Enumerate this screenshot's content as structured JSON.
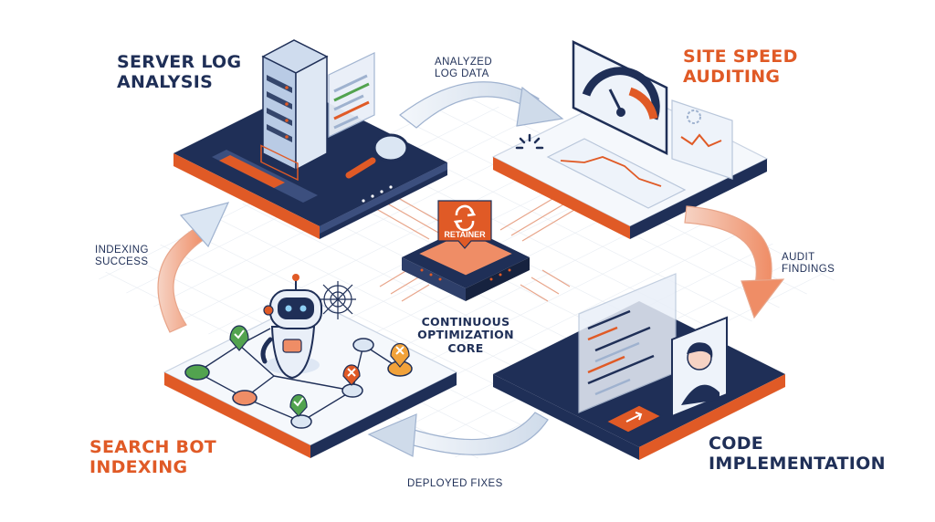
{
  "stations": {
    "server_log": "SERVER LOG\nANALYSIS",
    "site_speed": "SITE SPEED\nAUDITING",
    "code_impl": "CODE\nIMPLEMENTATION",
    "search_bot": "SEARCH BOT\nINDEXING"
  },
  "flows": {
    "analyzed": "ANALYZED\nLOG DATA",
    "audit": "AUDIT\nFINDINGS",
    "deployed": "DEPLOYED FIXES",
    "indexing_success": "INDEXING\nSUCCESS"
  },
  "core": {
    "chip_label": "RETAINER",
    "caption": "CONTINUOUS\nOPTIMIZATION\nCORE"
  },
  "colors": {
    "navy": "#1f2f57",
    "orange": "#e05a26",
    "pale_blue": "#dbe6f3",
    "grid": "#dde3ec"
  },
  "icons": [
    "server-rack-icon",
    "magnifier-icon",
    "speedometer-icon",
    "spinner-icon",
    "refresh-icon",
    "robot-icon",
    "spider-web-icon",
    "code-editor-icon",
    "developer-avatar-icon",
    "arrow-up-right-icon",
    "check-icon",
    "x-icon"
  ]
}
